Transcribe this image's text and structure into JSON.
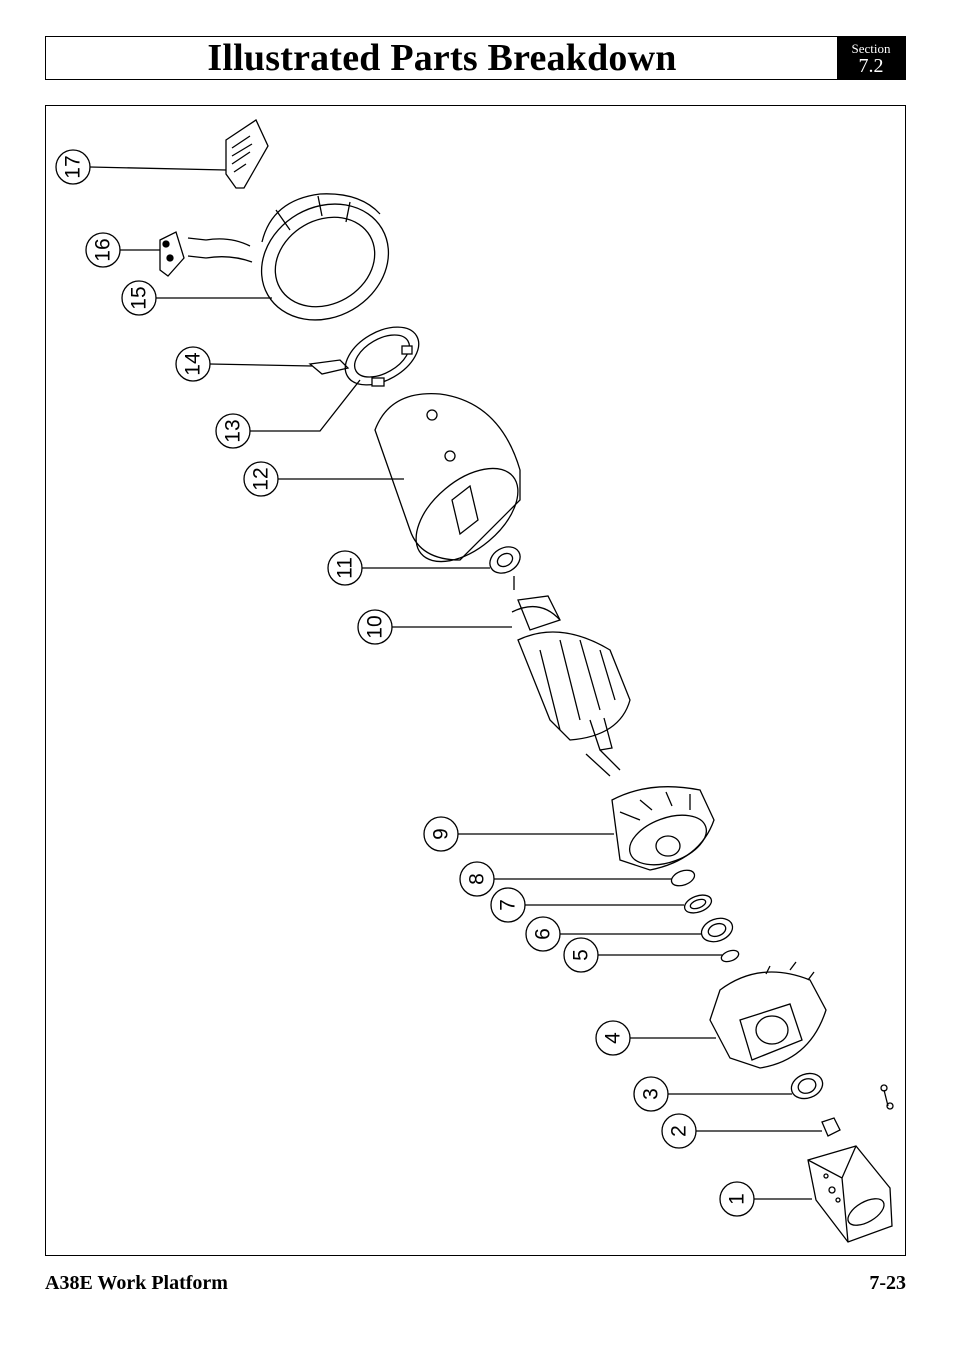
{
  "header": {
    "title": "Illustrated Parts Breakdown",
    "section_label": "Section",
    "section_number": "7.2"
  },
  "diagram": {
    "callouts": [
      "1",
      "2",
      "3",
      "4",
      "5",
      "6",
      "7",
      "8",
      "9",
      "10",
      "11",
      "12",
      "13",
      "14",
      "15",
      "16",
      "17"
    ]
  },
  "footer": {
    "left": "A38E Work Platform",
    "right": "7-23"
  }
}
